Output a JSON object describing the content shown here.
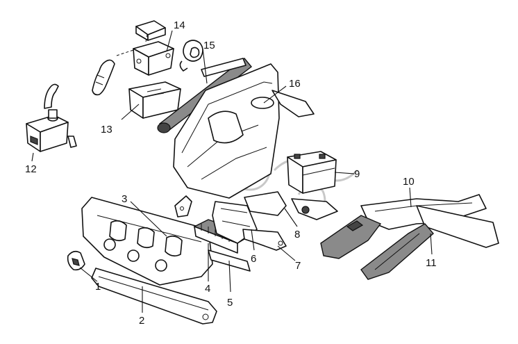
{
  "diagram": {
    "callouts": [
      {
        "label": "1"
      },
      {
        "label": "2"
      },
      {
        "label": "3"
      },
      {
        "label": "4"
      },
      {
        "label": "5"
      },
      {
        "label": "6"
      },
      {
        "label": "7"
      },
      {
        "label": "8"
      },
      {
        "label": "9"
      },
      {
        "label": "10"
      },
      {
        "label": "11"
      },
      {
        "label": "12"
      },
      {
        "label": "13"
      },
      {
        "label": "14"
      },
      {
        "label": "15"
      },
      {
        "label": "16"
      }
    ],
    "colors": {
      "line": "#111111",
      "shade": "#8a8a8a",
      "background": "#ffffff"
    }
  }
}
